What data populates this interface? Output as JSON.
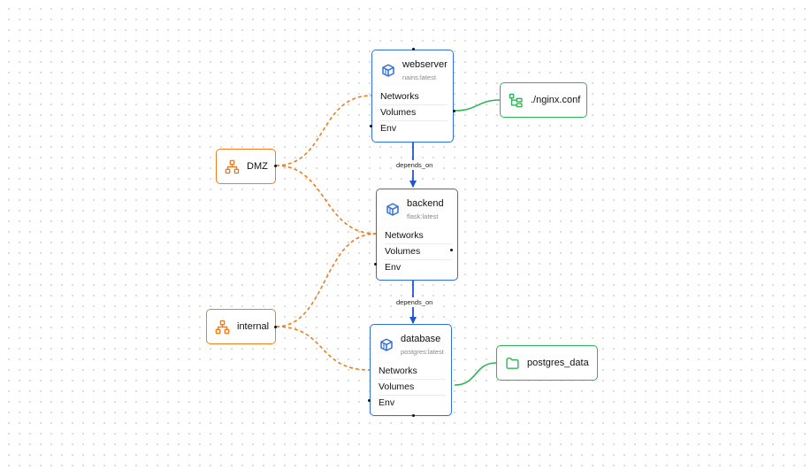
{
  "colors": {
    "service_border": "#2f6fdb",
    "network_border": "#ee7d1e",
    "volume_border": "#2eb456",
    "depends_arrow": "#1f55d1"
  },
  "services": [
    {
      "name": "webserver",
      "image": "nains:latest",
      "icon": "box-icon",
      "rows": [
        "Networks",
        "Volumes",
        "Env"
      ]
    },
    {
      "name": "backend",
      "image": "flask:latest",
      "icon": "box-icon",
      "rows": [
        "Networks",
        "Volumes",
        "Env"
      ]
    },
    {
      "name": "database",
      "image": "postgres:latest",
      "icon": "box-icon",
      "rows": [
        "Networks",
        "Volumes",
        "Env"
      ]
    }
  ],
  "networks": [
    {
      "name": "DMZ",
      "icon": "network-hierarchy-icon"
    },
    {
      "name": "internal",
      "icon": "network-hierarchy-icon"
    }
  ],
  "volumes": [
    {
      "name": "./nginx.conf",
      "icon": "file-tree-icon"
    },
    {
      "name": "postgres_data",
      "icon": "folder-icon"
    }
  ],
  "edges": {
    "depends_on": [
      {
        "label": "depends_on",
        "from": "webserver",
        "to": "backend"
      },
      {
        "label": "depends_on",
        "from": "backend",
        "to": "database"
      }
    ]
  }
}
